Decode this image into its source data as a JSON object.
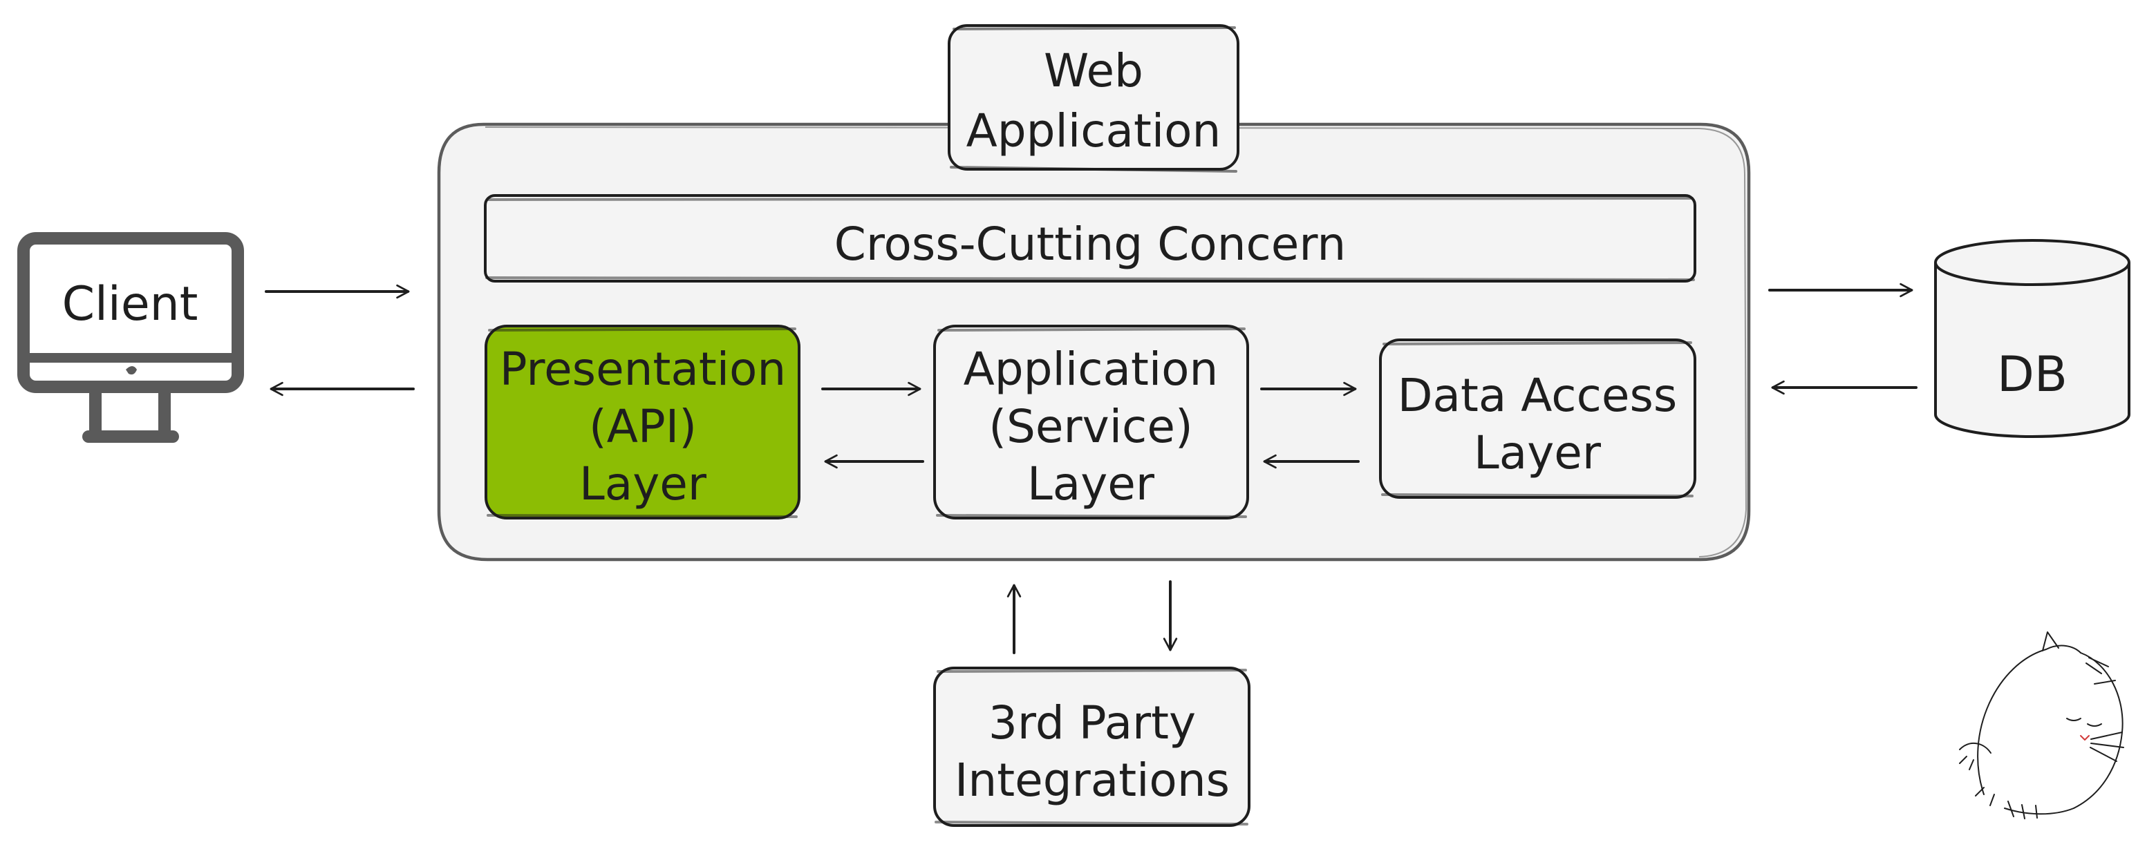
{
  "nodes": {
    "client": {
      "label": "Client"
    },
    "web_application": {
      "lines": [
        "Web",
        "Application"
      ]
    },
    "cross_cutting": {
      "label": "Cross-Cutting Concern"
    },
    "presentation": {
      "lines": [
        "Presentation",
        "(API)",
        "Layer"
      ]
    },
    "application_service": {
      "lines": [
        "Application",
        "(Service)",
        "Layer"
      ]
    },
    "data_access": {
      "lines": [
        "Data Access",
        "Layer"
      ]
    },
    "db": {
      "label": "DB"
    },
    "third_party": {
      "lines": [
        "3rd Party",
        "Integrations"
      ]
    }
  },
  "colors": {
    "ink": "#1e1e1e",
    "box_fill": "#f4f4f4",
    "container_fill": "#f3f3f3",
    "container_stroke": "#5c5c5c",
    "presentation_fill": "#8cbd04",
    "monitor_gray": "#5a5a5a"
  },
  "icons": {
    "client": "desktop-monitor-icon",
    "db": "database-cylinder-icon",
    "mascot": "sleeping-cat-doodle"
  }
}
